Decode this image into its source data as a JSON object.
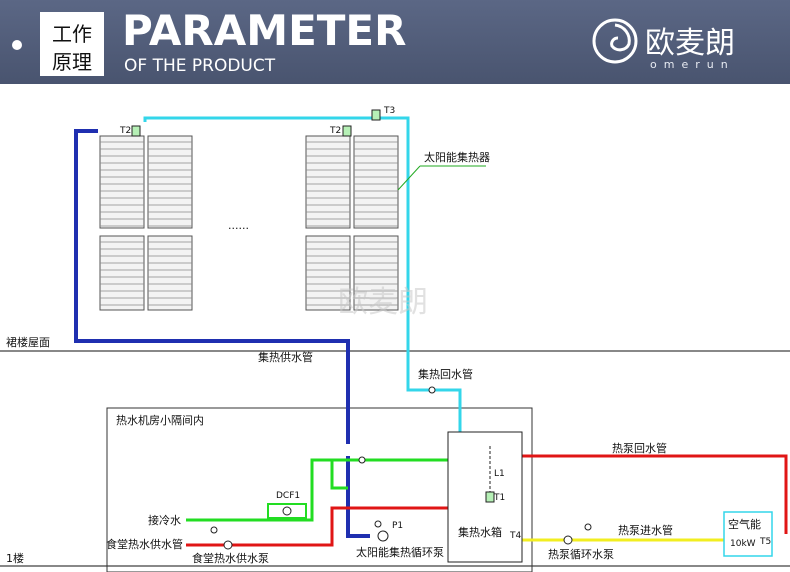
{
  "header": {
    "box_line1": "工作",
    "box_line2": "原理",
    "title": "PARAMETER",
    "subtitle": "OF THE PRODUCT",
    "logo_cn": "欧麦朗",
    "logo_en": "omerun",
    "background_color": "#4f5b77"
  },
  "diagram": {
    "labels": {
      "solar_collector": "太阳能集热器",
      "roof": "裙楼屋面",
      "supply_pipe": "集热供水管",
      "return_pipe": "集热回水管",
      "machine_room": "热水机房小隔间内",
      "hp_return": "热泵回水管",
      "hp_in": "热泵进水管",
      "cold_water": "接冷水",
      "canteen_supply": "食堂热水供水管",
      "canteen_pump": "食堂热水供水泵",
      "solar_pump": "太阳能集热循环泵",
      "tank": "集热水箱",
      "hp_pump": "热泵循环水泵",
      "air_source": "空气能",
      "floor1": "1楼",
      "dots": "......",
      "watermark": "欧麦朗"
    },
    "tags": {
      "t1": "T1",
      "t2a": "T2",
      "t2b": "T2",
      "t3": "T3",
      "t4": "T4",
      "t5": "T5",
      "l1": "L1",
      "p1": "P1",
      "dcf1": "DCF1",
      "power": "10kW"
    },
    "colors": {
      "supply": "#1f2fb0",
      "return": "#33d6ea",
      "cold": "#22dd22",
      "hot": "#e01515",
      "hp_in": "#f2ee20"
    }
  }
}
